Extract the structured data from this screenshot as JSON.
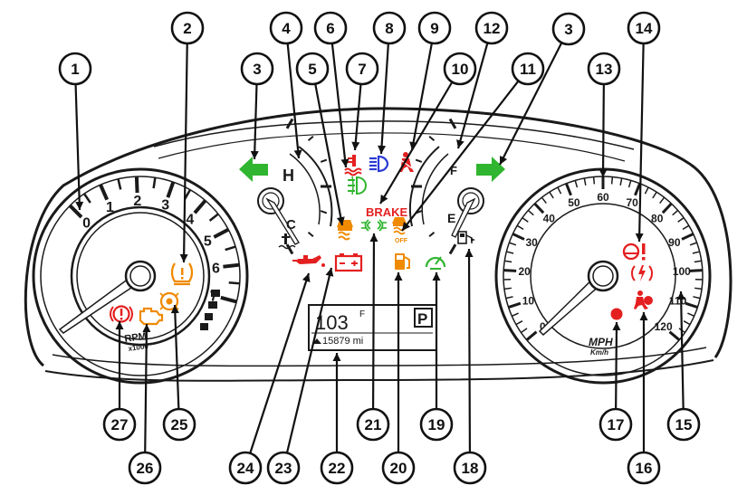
{
  "callouts": [
    {
      "id": "c1",
      "label": "1"
    },
    {
      "id": "c2",
      "label": "2"
    },
    {
      "id": "c3a",
      "label": "3"
    },
    {
      "id": "c3b",
      "label": "3"
    },
    {
      "id": "c4",
      "label": "4"
    },
    {
      "id": "c5",
      "label": "5"
    },
    {
      "id": "c6",
      "label": "6"
    },
    {
      "id": "c7",
      "label": "7"
    },
    {
      "id": "c8",
      "label": "8"
    },
    {
      "id": "c9",
      "label": "9"
    },
    {
      "id": "c10",
      "label": "10"
    },
    {
      "id": "c11",
      "label": "11"
    },
    {
      "id": "c12",
      "label": "12"
    },
    {
      "id": "c13",
      "label": "13"
    },
    {
      "id": "c14",
      "label": "14"
    },
    {
      "id": "c15",
      "label": "15"
    },
    {
      "id": "c16",
      "label": "16"
    },
    {
      "id": "c17",
      "label": "17"
    },
    {
      "id": "c18",
      "label": "18"
    },
    {
      "id": "c19",
      "label": "19"
    },
    {
      "id": "c20",
      "label": "20"
    },
    {
      "id": "c21",
      "label": "21"
    },
    {
      "id": "c22",
      "label": "22"
    },
    {
      "id": "c23",
      "label": "23"
    },
    {
      "id": "c24",
      "label": "24"
    },
    {
      "id": "c25",
      "label": "25"
    },
    {
      "id": "c26",
      "label": "26"
    },
    {
      "id": "c27",
      "label": "27"
    }
  ],
  "tachometer": {
    "tick_labels": [
      "0",
      "1",
      "2",
      "3",
      "4",
      "5",
      "6",
      "7"
    ],
    "unit_label": "RPM",
    "unit_sub": "x1000"
  },
  "speedometer": {
    "mph_labels": [
      "0",
      "10",
      "20",
      "30",
      "40",
      "50",
      "60",
      "70",
      "80",
      "90",
      "100",
      "110",
      "120"
    ],
    "unit_label": "MPH",
    "unit_sub": "Km/h"
  },
  "temp_gauge": {
    "high": "H",
    "low": "C"
  },
  "fuel_gauge": {
    "full": "F",
    "empty": "E"
  },
  "display": {
    "temperature": "103",
    "temperature_unit": "F",
    "gear": "P",
    "odometer": "15879 mi"
  },
  "indicators": {
    "brake_text": "BRAKE",
    "off_text": "OFF"
  },
  "colors": {
    "green": "#2fb52f",
    "red": "#e41f1f",
    "amber": "#f08a00",
    "blue": "#2b3ad6",
    "outline": "#1a1a1a"
  }
}
